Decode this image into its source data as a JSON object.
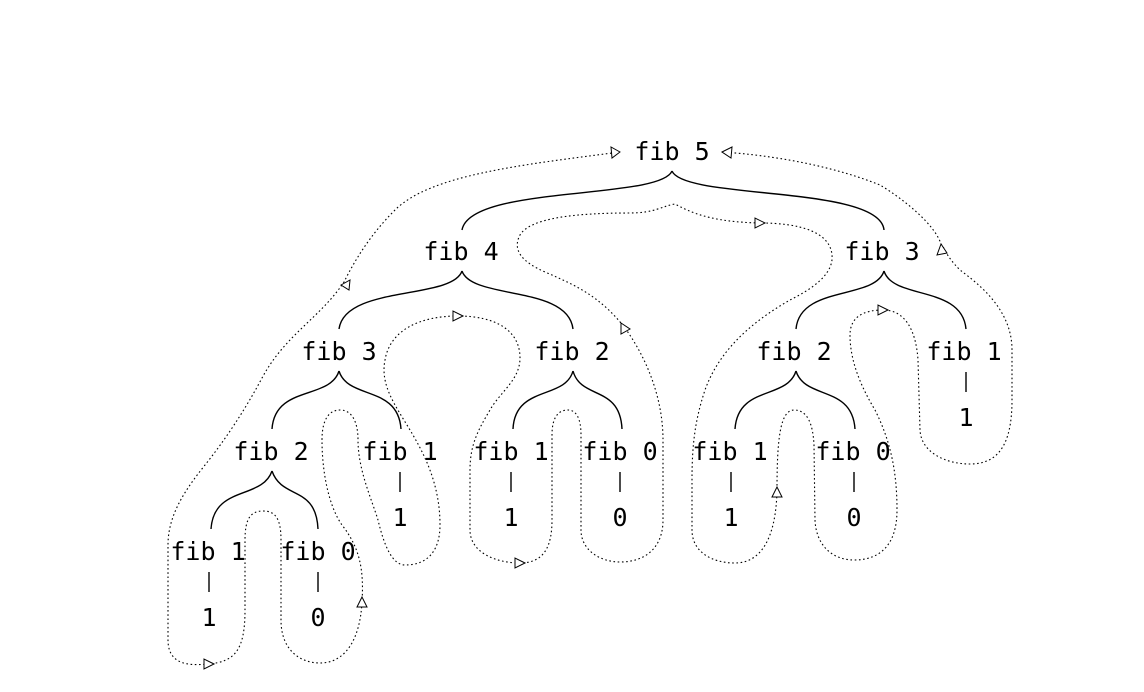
{
  "colors": {
    "ink": "#000000",
    "background": "#ffffff"
  },
  "tree": {
    "root": {
      "label": "fib 5"
    },
    "nodes": {
      "fib4": {
        "label": "fib 4"
      },
      "fib3_right": {
        "label": "fib 3"
      },
      "fib3_left": {
        "label": "fib 3"
      },
      "fib2_a": {
        "label": "fib 2"
      },
      "fib2_b": {
        "label": "fib 2"
      },
      "fib2_c": {
        "label": "fib 2"
      },
      "fib1_a": {
        "label": "fib 1",
        "result": "1"
      },
      "fib0_a": {
        "label": "fib 0",
        "result": "0"
      },
      "fib1_b": {
        "label": "fib 1",
        "result": "1"
      },
      "fib1_c": {
        "label": "fib 1",
        "result": "1"
      },
      "fib0_b": {
        "label": "fib 0",
        "result": "0"
      },
      "fib1_d": {
        "label": "fib 1",
        "result": "1"
      },
      "fib0_c": {
        "label": "fib 0",
        "result": "0"
      },
      "fib1_e": {
        "label": "fib 1",
        "result": "1"
      }
    }
  }
}
